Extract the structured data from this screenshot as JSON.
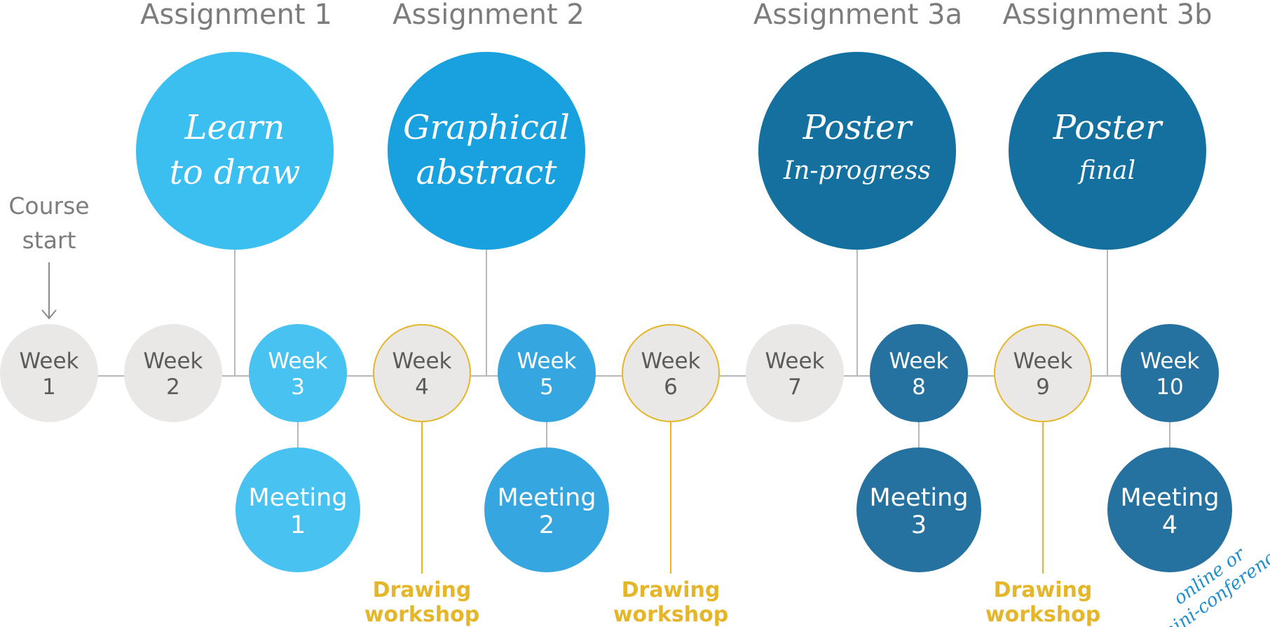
{
  "colors": {
    "grey_circle": "#e9e8e7",
    "grey_text": "#7c7c7c",
    "dark_text": "#5b5b5b",
    "line": "#b9b9b9",
    "yellow": "#e5b62a",
    "light_blue": "#3bbef0",
    "mid_blue": "#18a1de",
    "week3_blue": "#48c2f1",
    "week5_blue": "#36a6e0",
    "dark_blue": "#14719f",
    "week_dark_blue": "#2572a0",
    "annotation_blue": "#1f8fcf"
  },
  "course_start": {
    "line1": "Course",
    "line2": "start"
  },
  "assignments": [
    {
      "heading": "Assignment 1",
      "circle_line1": "Learn",
      "circle_line2": "to draw",
      "color_key": "light_blue",
      "week_index": 2
    },
    {
      "heading": "Assignment 2",
      "circle_line1": "Graphical",
      "circle_line2": "abstract",
      "color_key": "mid_blue",
      "week_index": 4
    },
    {
      "heading": "Assignment 3a",
      "circle_line1": "Poster",
      "circle_line2": "In-progress",
      "color_key": "dark_blue",
      "week_index": 7
    },
    {
      "heading": "Assignment 3b",
      "circle_line1": "Poster",
      "circle_line2": "final",
      "color_key": "dark_blue",
      "week_index": 9
    }
  ],
  "weeks": [
    {
      "label": "Week",
      "num": "1",
      "style": "grey"
    },
    {
      "label": "Week",
      "num": "2",
      "style": "grey"
    },
    {
      "label": "Week",
      "num": "3",
      "style": "week3_blue"
    },
    {
      "label": "Week",
      "num": "4",
      "style": "workshop"
    },
    {
      "label": "Week",
      "num": "5",
      "style": "week5_blue"
    },
    {
      "label": "Week",
      "num": "6",
      "style": "workshop"
    },
    {
      "label": "Week",
      "num": "7",
      "style": "grey"
    },
    {
      "label": "Week",
      "num": "8",
      "style": "week_dark_blue"
    },
    {
      "label": "Week",
      "num": "9",
      "style": "workshop"
    },
    {
      "label": "Week",
      "num": "10",
      "style": "week_dark_blue"
    }
  ],
  "meetings": [
    {
      "label": "Meeting",
      "num": "1",
      "week_index": 2,
      "color_key": "week3_blue"
    },
    {
      "label": "Meeting",
      "num": "2",
      "week_index": 4,
      "color_key": "week5_blue"
    },
    {
      "label": "Meeting",
      "num": "3",
      "week_index": 7,
      "color_key": "week_dark_blue"
    },
    {
      "label": "Meeting",
      "num": "4",
      "week_index": 9,
      "color_key": "week_dark_blue"
    }
  ],
  "workshops": [
    {
      "line1": "Drawing",
      "line2": "workshop",
      "week_index": 3
    },
    {
      "line1": "Drawing",
      "line2": "workshop",
      "week_index": 5
    },
    {
      "line1": "Drawing",
      "line2": "workshop",
      "week_index": 8
    }
  ],
  "annotation": {
    "line1": "online or",
    "line2": "mini-conference"
  }
}
